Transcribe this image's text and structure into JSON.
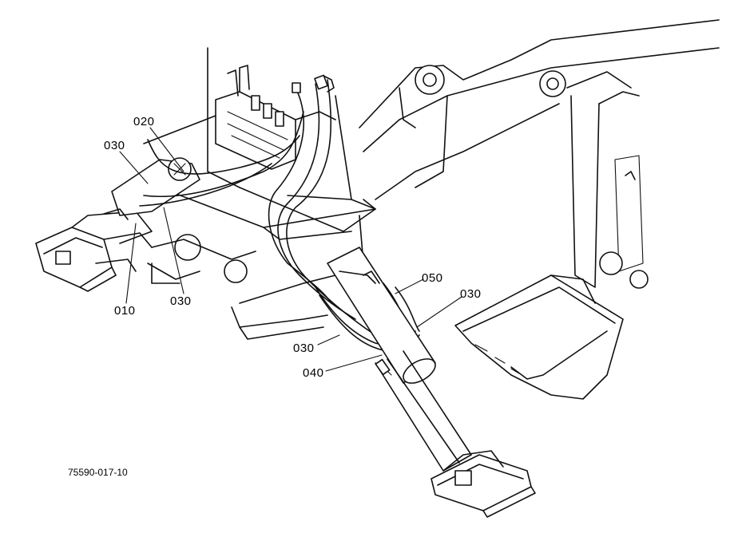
{
  "callouts": [
    {
      "id": "c020",
      "label": "020"
    },
    {
      "id": "c030a",
      "label": "030"
    },
    {
      "id": "c010",
      "label": "010"
    },
    {
      "id": "c030b",
      "label": "030"
    },
    {
      "id": "c050",
      "label": "050"
    },
    {
      "id": "c030c",
      "label": "030"
    },
    {
      "id": "c030d",
      "label": "030"
    },
    {
      "id": "c040",
      "label": "040"
    }
  ],
  "figure_id": "75590-017-10"
}
